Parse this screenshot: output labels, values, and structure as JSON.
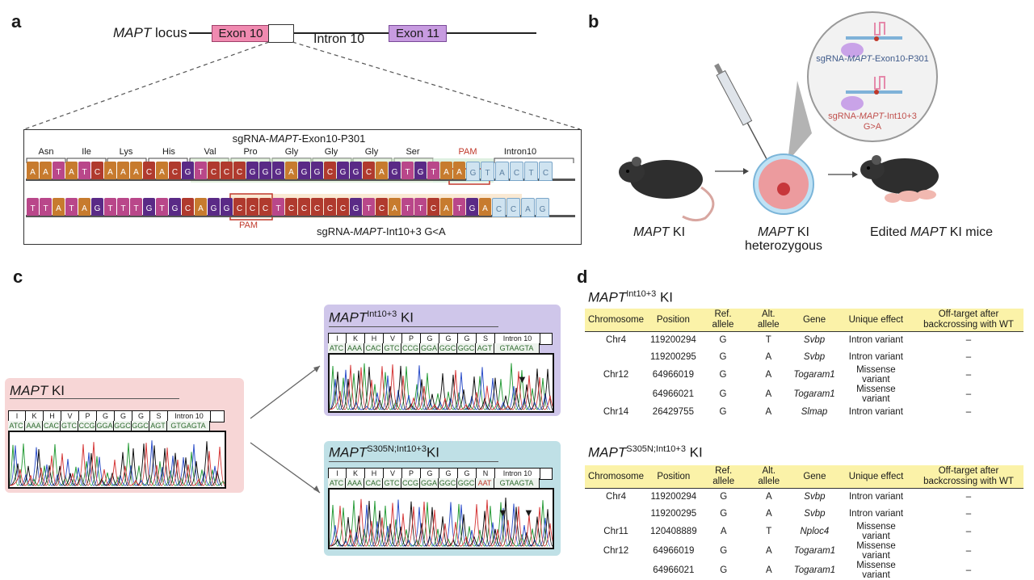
{
  "panels": {
    "a": "a",
    "b": "b",
    "c": "c",
    "d": "d"
  },
  "a": {
    "locus_gene": "MAPT",
    "locus_word": "locus",
    "exon10": "Exon 10",
    "intron10": "Intron 10",
    "exon11": "Exon 11",
    "sg1_prefix": "sgRNA-",
    "sg1_gene": "MAPT",
    "sg1_suffix": "-Exon10-P301",
    "amino_acids": [
      "Asn",
      "Ile",
      "Lys",
      "His",
      "Val",
      "Pro",
      "Gly",
      "Gly",
      "Gly",
      "Ser"
    ],
    "pam": "PAM",
    "intron_label": "Intron10",
    "row1_bases": [
      "A",
      "A",
      "T",
      "A",
      "T",
      "C",
      "A",
      "A",
      "A",
      "C",
      "A",
      "C",
      "G",
      "T",
      "C",
      "C",
      "C",
      "G",
      "G",
      "G",
      "A",
      "G",
      "G",
      "C",
      "G",
      "G",
      "C",
      "A",
      "G",
      "T",
      "G",
      "T",
      "A",
      "A",
      "G",
      "T",
      "A",
      "C",
      "T",
      "C"
    ],
    "row2_bases": [
      "T",
      "T",
      "A",
      "T",
      "A",
      "G",
      "T",
      "T",
      "T",
      "G",
      "T",
      "G",
      "C",
      "A",
      "G",
      "G",
      "C",
      "C",
      "C",
      "T",
      "C",
      "C",
      "C",
      "C",
      "C",
      "G",
      "T",
      "C",
      "A",
      "T",
      "T",
      "C",
      "A",
      "T",
      "G",
      "A",
      "C",
      "C",
      "A",
      "G"
    ],
    "pam2": "PAM",
    "sg2_prefix": "sgRNA-",
    "sg2_gene": "MAPT",
    "sg2_suffix": "-Int10+3 G<A"
  },
  "b": {
    "circle_sg1_prefix": "sgRNA-",
    "circle_sg1_gene": "MAPT",
    "circle_sg1_suffix": "-Exon10-P301",
    "circle_sg2_prefix": "sgRNA-",
    "circle_sg2_gene": "MAPT",
    "circle_sg2_suffix": "-Int10+3",
    "circle_sg2_line2": "G>A",
    "mouse1_gene": "MAPT",
    "mouse1_suffix": " KI",
    "egg_gene": "MAPT",
    "egg_suffix": " KI",
    "egg_line2": "heterozygous",
    "mouse2_prefix": "Edited ",
    "mouse2_gene": "MAPT",
    "mouse2_suffix": " KI mice"
  },
  "c": {
    "left_gene": "MAPT",
    "left_suffix": " KI",
    "left_codons": [
      "I",
      "K",
      "H",
      "V",
      "P",
      "G",
      "G",
      "G",
      "S",
      "Intron 10"
    ],
    "left_bases": [
      "ATC",
      "AAA",
      "CAC",
      "GTC",
      "CCG",
      "GGA",
      "GGC",
      "GGC",
      "AGT",
      "GTGAGTA"
    ],
    "top_gene": "MAPT",
    "top_sup": "Int10+3",
    "top_suffix": " KI",
    "top_codons": [
      "I",
      "K",
      "H",
      "V",
      "P",
      "G",
      "G",
      "G",
      "S",
      "Intron 10"
    ],
    "top_bases": [
      "ATC",
      "AAA",
      "CAC",
      "GTC",
      "CCG",
      "GGA",
      "GGC",
      "GGC",
      "AGT",
      "GTAAGTA"
    ],
    "bot_gene": "MAPT",
    "bot_sup": "S305N;Int10+3",
    "bot_suffix": "KI",
    "bot_codons": [
      "I",
      "K",
      "H",
      "V",
      "P",
      "G",
      "G",
      "G",
      "N",
      "Intron 10"
    ],
    "bot_bases": [
      "ATC",
      "AAA",
      "CAC",
      "GTC",
      "CCG",
      "GGA",
      "GGC",
      "GGC",
      "AAT",
      "GTAAGTA"
    ]
  },
  "d": {
    "t1_gene": "MAPT",
    "t1_sup": "Int10+3",
    "t1_suffix": " KI",
    "t2_gene": "MAPT",
    "t2_sup": "S305N;Int10+3",
    "t2_suffix": " KI",
    "headers": [
      "Chromosome",
      "Position",
      "Ref. allele",
      "Alt. allele",
      "Gene",
      "Unique effect",
      "Off-target after backcrossing with WT"
    ],
    "t1_rows": [
      [
        "Chr4",
        "119200294",
        "G",
        "T",
        "Svbp",
        "Intron variant",
        "–"
      ],
      [
        "",
        "119200295",
        "G",
        "A",
        "Svbp",
        "Intron variant",
        "–"
      ],
      [
        "Chr12",
        "64966019",
        "G",
        "A",
        "Togaram1",
        "Missense variant",
        "–"
      ],
      [
        "",
        "64966021",
        "G",
        "A",
        "Togaram1",
        "Missense variant",
        "–"
      ],
      [
        "Chr14",
        "26429755",
        "G",
        "A",
        "Slmap",
        "Intron variant",
        "–"
      ]
    ],
    "t2_rows": [
      [
        "Chr4",
        "119200294",
        "G",
        "A",
        "Svbp",
        "Intron variant",
        "–"
      ],
      [
        "",
        "119200295",
        "G",
        "A",
        "Svbp",
        "Intron variant",
        "–"
      ],
      [
        "Chr11",
        "120408889",
        "A",
        "T",
        "Nploc4",
        "Missense variant",
        "–"
      ],
      [
        "Chr12",
        "64966019",
        "G",
        "A",
        "Togaram1",
        "Missense variant",
        "–"
      ],
      [
        "",
        "64966021",
        "G",
        "A",
        "Togaram1",
        "Missense variant",
        "–"
      ]
    ]
  },
  "colors": {
    "exon10": "#f08ab0",
    "exon11": "#c79be0",
    "left_panel": "#f7d6d6",
    "top_panel": "#cfc6ea",
    "bot_panel": "#bfe0e6",
    "table_header": "#fbf2a8",
    "pam_red": "#c0392b"
  }
}
